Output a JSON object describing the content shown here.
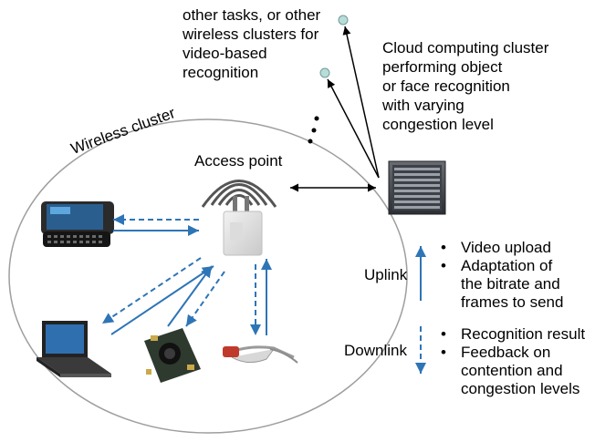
{
  "labels": {
    "other_tasks": [
      "other tasks, or other",
      "wireless clusters for",
      "video-based",
      "recognition"
    ],
    "cloud": [
      "Cloud computing cluster",
      "performing object",
      "or face recognition",
      "with varying",
      "congestion level"
    ],
    "wireless_cluster": "Wireless cluster",
    "access_point": "Access point",
    "uplink": "Uplink",
    "downlink": "Downlink"
  },
  "uplink_items": [
    "Video upload",
    "Adaptation of\nthe bitrate and\nframes to send"
  ],
  "downlink_items": [
    "Recognition result",
    "Feedback on\ncontention and\ncongestion levels"
  ],
  "colors": {
    "arrow_blue": "#2e75b6",
    "cluster_outline": "#9e9e9e",
    "node_fill": "#b8dcd8"
  },
  "icons": [
    "smartphone-icon",
    "laptop-icon",
    "camera-board-icon",
    "smart-glasses-icon",
    "access-point-icon",
    "server-rack-icon"
  ]
}
